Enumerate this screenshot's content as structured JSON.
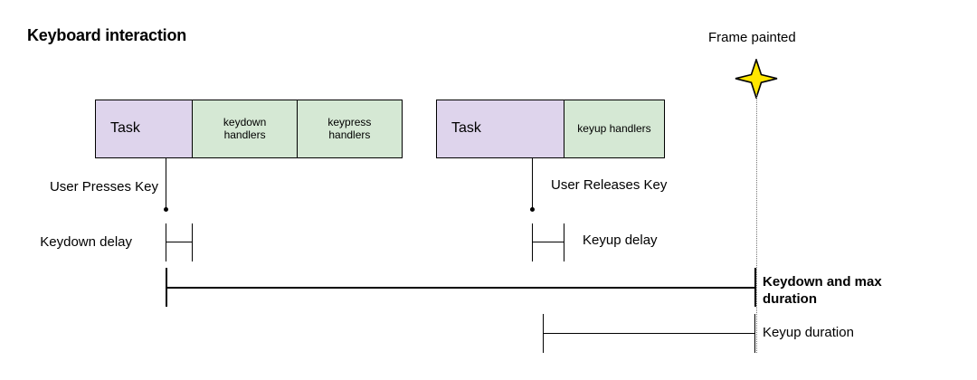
{
  "diagram": {
    "title": "Keyboard interaction",
    "frame_marker": {
      "label": "Frame painted",
      "icon": "four-point-star-icon",
      "star_fill": "#ffe600",
      "star_stroke": "#000000"
    },
    "colors": {
      "task_fill": "#ded4ec",
      "handler_fill": "#d5e8d4",
      "stroke": "#000000",
      "dotted_guide": "#777777",
      "background": "#ffffff"
    },
    "task_bars": [
      {
        "name": "keydown-task-bar",
        "segments": [
          {
            "label": "Task",
            "kind": "task"
          },
          {
            "label": "keydown\nhandlers",
            "line1": "keydown",
            "line2": "handlers",
            "kind": "handler"
          },
          {
            "label": "keypress\nhandlers",
            "line1": "keypress",
            "line2": "handlers",
            "kind": "handler"
          }
        ]
      },
      {
        "name": "keyup-task-bar",
        "segments": [
          {
            "label": "Task",
            "kind": "task"
          },
          {
            "label": "keyup handlers",
            "line1": "keyup handlers",
            "line2": "",
            "kind": "handler"
          }
        ]
      }
    ],
    "event_markers": [
      {
        "name": "user-presses-key",
        "label": "User Presses Key"
      },
      {
        "name": "user-releases-key",
        "label": "User Releases Key"
      }
    ],
    "measurements": [
      {
        "name": "keydown-delay",
        "label": "Keydown delay",
        "bold": false,
        "label_side": "left"
      },
      {
        "name": "keyup-delay",
        "label": "Keyup delay",
        "bold": false,
        "label_side": "right"
      },
      {
        "name": "keydown-and-max-duration",
        "label_line1": "Keydown and max",
        "label_line2": "duration",
        "bold": true,
        "label_side": "right"
      },
      {
        "name": "keyup-duration",
        "label": "Keyup duration",
        "bold": false,
        "label_side": "right"
      }
    ]
  }
}
